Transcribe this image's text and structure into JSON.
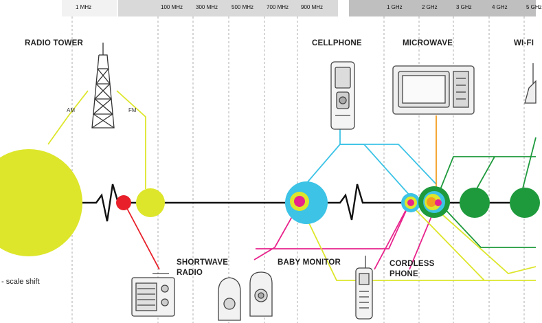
{
  "frequency_axis": {
    "ticks": [
      "1 MHz",
      "100 MHz",
      "300 MHz",
      "500 MHz",
      "700 MHz",
      "900 MHz",
      "1 GHz",
      "2 GHz",
      "3 GHz",
      "4 GHz",
      "5 GHz"
    ]
  },
  "devices": {
    "radio_tower": "RADIO TOWER",
    "am": "AM",
    "fm": "FM",
    "cellphone": "CELLPHONE",
    "microwave": "MICROWAVE",
    "wifi": "WI-FI",
    "shortwave_radio": [
      "SHORTWAVE",
      "RADIO"
    ],
    "baby_monitor": "BABY MONITOR",
    "cordless_phone": [
      "CORDLESS",
      "PHONE"
    ]
  },
  "note": "scale shift",
  "colors": {
    "yellow": "#dde62a",
    "red": "#e8202a",
    "cyan": "#3cc3e6",
    "magenta": "#e8238c",
    "green": "#1e9a3c",
    "orange": "#f39c1f"
  }
}
